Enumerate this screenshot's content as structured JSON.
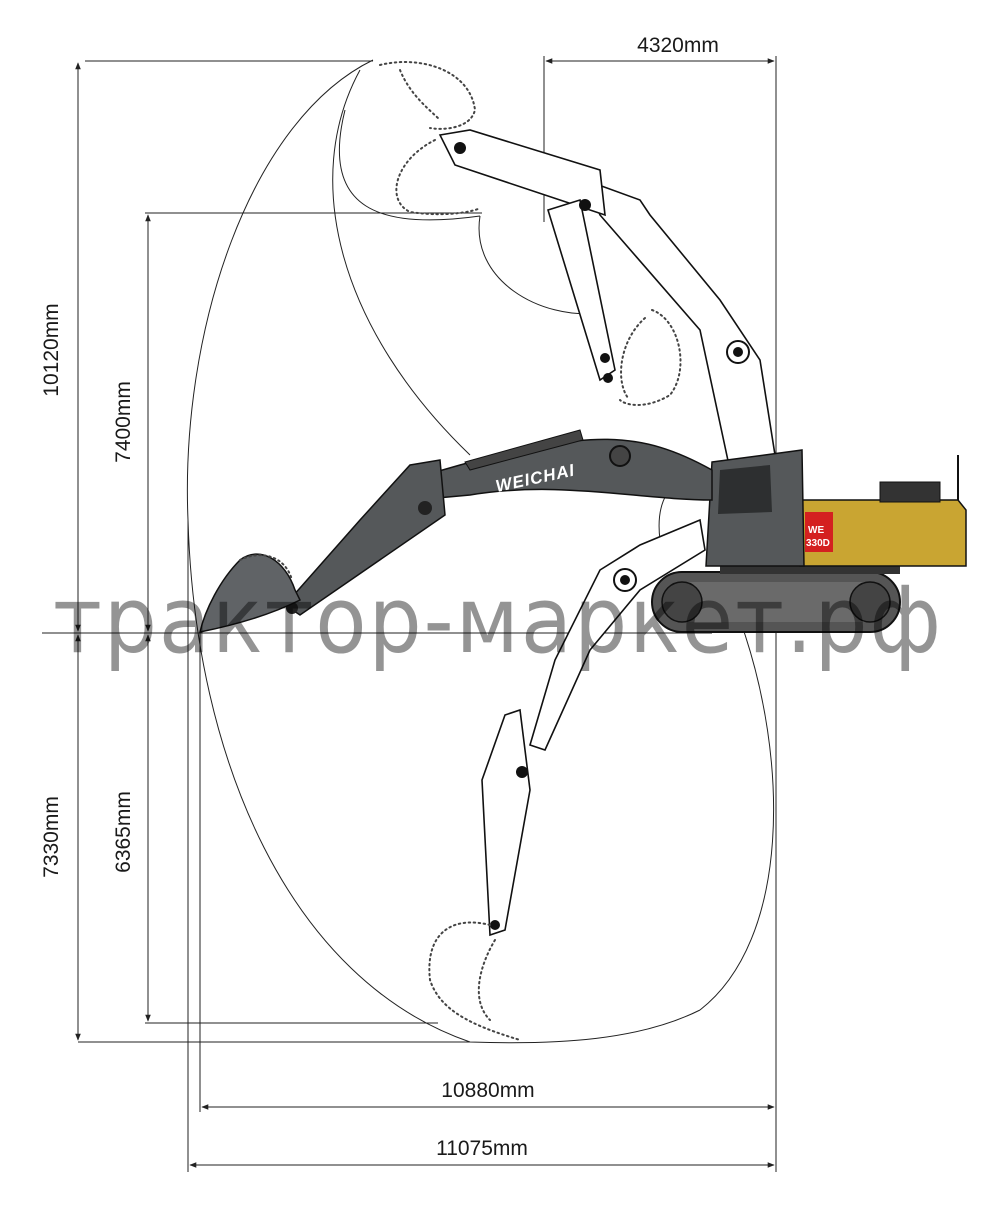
{
  "dimensions": {
    "top_reach_to_cab": "4320mm",
    "max_dig_height": "10120mm",
    "max_dump_height": "7400mm",
    "max_dig_depth": "7330mm",
    "max_vertical_wall_depth": "6365mm",
    "max_reach_ground": "10880mm",
    "max_reach": "11075mm"
  },
  "machine": {
    "brand": "WEICHAI",
    "model_line1": "WE",
    "model_line2": "330D",
    "colors": {
      "body": "#c9a532",
      "boom": "#55585a",
      "tracks": "#555555",
      "accent_red": "#d42020"
    }
  },
  "watermark": "трактор-маркет.рф"
}
